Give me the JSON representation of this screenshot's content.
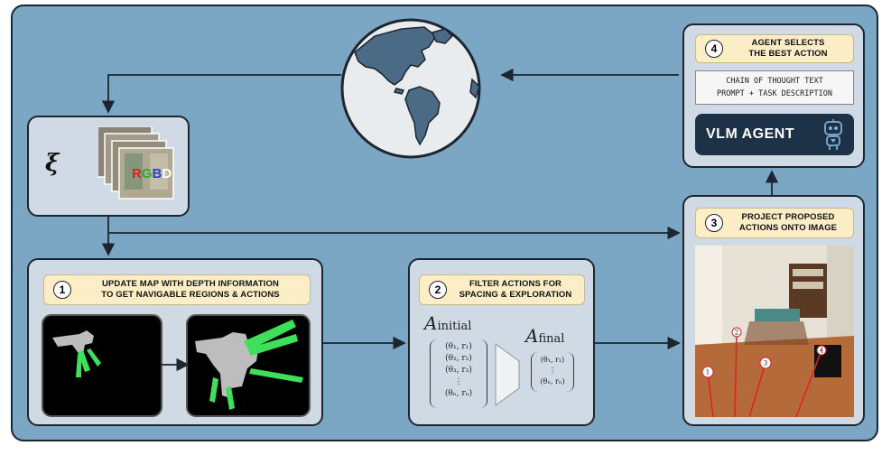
{
  "state_symbol": "ξ",
  "rgbd_letters": [
    "R",
    "G",
    "B",
    "D"
  ],
  "steps": {
    "s1": {
      "num": "1",
      "line1": "UPDATE MAP WITH DEPTH INFORMATION",
      "line2": "TO GET NAVIGABLE REGIONS & ACTIONS"
    },
    "s2": {
      "num": "2",
      "line1": "FILTER ACTIONS FOR",
      "line2": "SPACING & EXPLORATION"
    },
    "s3": {
      "num": "3",
      "line1": "PROJECT PROPOSED",
      "line2": "ACTIONS ONTO IMAGE"
    },
    "s4": {
      "num": "4",
      "line1": "AGENT SELECTS",
      "line2": "THE BEST ACTION"
    }
  },
  "prompt_box": {
    "line1": "CHAIN OF THOUGHT TEXT",
    "line2": "PROMPT + TASK DESCRIPTION"
  },
  "agent": {
    "label": "VLM AGENT",
    "icon": "robot-icon"
  },
  "actions": {
    "initial_symbol": "A",
    "initial_sub": "initial",
    "initial_items": [
      "(θ₁, r₁)",
      "(θ₂, r₂)",
      "(θ₃, r₃)",
      "⋮",
      "(θₙ, rₙ)"
    ],
    "final_symbol": "A",
    "final_sub": "final",
    "final_items": [
      "(θ₁, r₁)",
      "⋮",
      "(θₙ, rₙ)"
    ]
  },
  "projected_markers": [
    "1",
    "2",
    "3",
    "4"
  ],
  "colors": {
    "background": "#7ba7c4",
    "panel": "#cfdae4",
    "label": "#fbeec6",
    "agent": "#1e3247",
    "navigable": "#3ee05a",
    "ray": "#e0202a"
  }
}
